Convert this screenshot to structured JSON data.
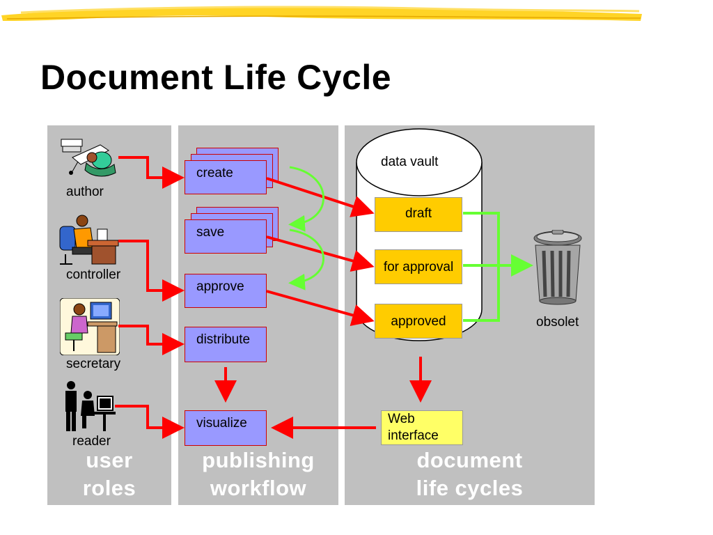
{
  "title": "Document Life Cycle",
  "panels": {
    "roles": {
      "line1": "user",
      "line2": "roles"
    },
    "workflow": {
      "line1": "publishing",
      "line2": "workflow"
    },
    "lifecycle": {
      "line1": "document",
      "line2": "life cycles"
    }
  },
  "roles": [
    "author",
    "controller",
    "secretary",
    "reader"
  ],
  "role_icons": [
    "author-at-desk-icon",
    "controller-on-phone-icon",
    "secretary-at-computer-icon",
    "reader-at-computer-icon"
  ],
  "workflow_steps": [
    "create",
    "save",
    "approve",
    "distribute",
    "visualize"
  ],
  "vault": {
    "label": "data vault",
    "states": [
      "draft",
      "for approval",
      "approved"
    ]
  },
  "web_interface": {
    "line1": "Web",
    "line2": "interface"
  },
  "obsolete": "obsolet",
  "colors": {
    "panel": "#c0c0c0",
    "workflow_box": "#9999ff",
    "state_box": "#ffcc00",
    "web_box": "#ffff66",
    "red_arrow": "#ff0000",
    "green_arrow": "#66ff33",
    "highlight": "#ffcc00"
  }
}
